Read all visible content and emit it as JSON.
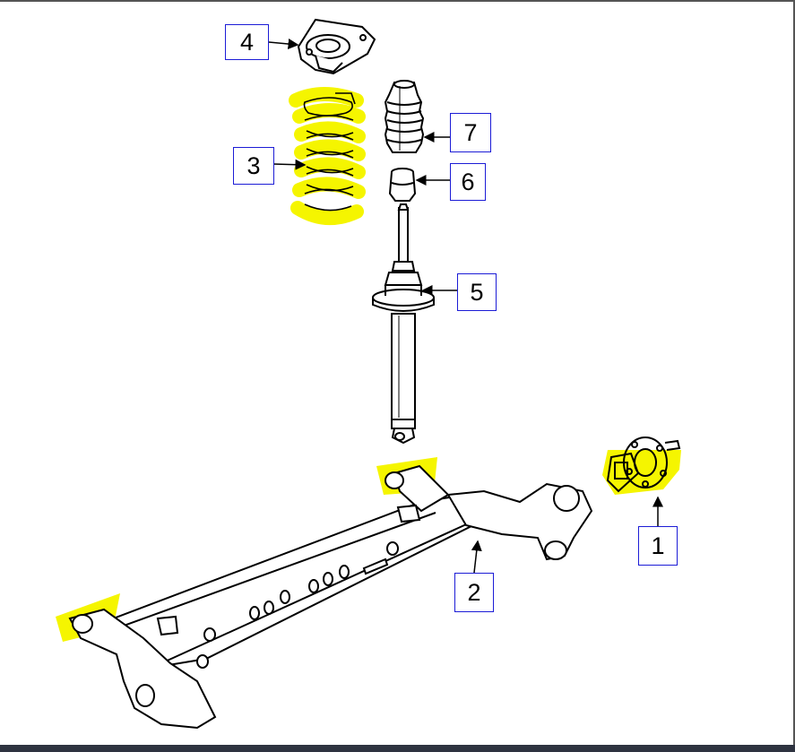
{
  "diagram": {
    "callouts": [
      {
        "id": "1",
        "label": "1",
        "part": "hub-bearing"
      },
      {
        "id": "2",
        "label": "2",
        "part": "rear-axle-beam"
      },
      {
        "id": "3",
        "label": "3",
        "part": "coil-spring"
      },
      {
        "id": "4",
        "label": "4",
        "part": "upper-strut-mount"
      },
      {
        "id": "5",
        "label": "5",
        "part": "shock-absorber"
      },
      {
        "id": "6",
        "label": "6",
        "part": "bump-stop"
      },
      {
        "id": "7",
        "label": "7",
        "part": "dust-boot"
      }
    ],
    "highlight_color": "#f5f500",
    "callout_border_color": "#1c1cd6"
  }
}
